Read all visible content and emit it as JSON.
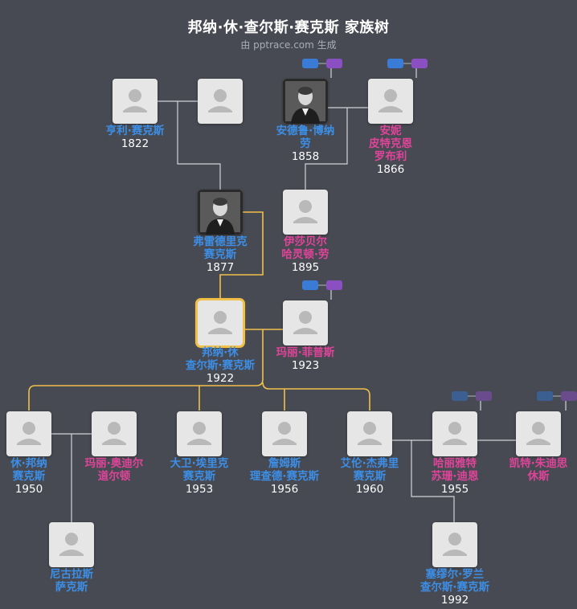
{
  "header": {
    "title": "邦纳·休·查尔斯·赛克斯 家族树",
    "subtitle": "由 pptrace.com 生成"
  },
  "people": [
    {
      "id": "henry",
      "name": [
        "亨利·赛克斯"
      ],
      "year": "1822",
      "gender": "m"
    },
    {
      "id": "henry_spouse",
      "name": [],
      "year": "",
      "gender": "f"
    },
    {
      "id": "andrew",
      "name": [
        "安德鲁·博纳",
        "劳"
      ],
      "year": "1858",
      "gender": "m",
      "photo": true
    },
    {
      "id": "annie",
      "name": [
        "安妮",
        "皮特克恩",
        "罗布利"
      ],
      "year": "1866",
      "gender": "f"
    },
    {
      "id": "frederick",
      "name": [
        "弗雷德里克",
        "赛克斯"
      ],
      "year": "1877",
      "gender": "m",
      "photo": true
    },
    {
      "id": "isabel",
      "name": [
        "伊莎贝尔",
        "哈灵顿·劳"
      ],
      "year": "1895",
      "gender": "f"
    },
    {
      "id": "bonar",
      "name": [
        "邦纳·休",
        "查尔斯·赛克斯"
      ],
      "year": "1922",
      "gender": "m",
      "focus": true
    },
    {
      "id": "mary_phipps",
      "name": [
        "玛丽·菲普斯"
      ],
      "year": "1923",
      "gender": "f"
    },
    {
      "id": "hugh",
      "name": [
        "休·邦纳",
        "赛克斯"
      ],
      "year": "1950",
      "gender": "m"
    },
    {
      "id": "mary_odell",
      "name": [
        "玛丽·奥迪尔",
        "道尔顿"
      ],
      "year": "",
      "gender": "f"
    },
    {
      "id": "david",
      "name": [
        "大卫·埃里克",
        "赛克斯"
      ],
      "year": "1953",
      "gender": "m"
    },
    {
      "id": "james",
      "name": [
        "詹姆斯",
        "理查德·赛克斯"
      ],
      "year": "1956",
      "gender": "m"
    },
    {
      "id": "alan",
      "name": [
        "艾伦·杰弗里",
        "赛克斯"
      ],
      "year": "1960",
      "gender": "m"
    },
    {
      "id": "harriet",
      "name": [
        "哈丽雅特",
        "苏珊·迪恩"
      ],
      "year": "1955",
      "gender": "f"
    },
    {
      "id": "kate",
      "name": [
        "凯特·朱迪思",
        "休斯"
      ],
      "year": "",
      "gender": "f"
    },
    {
      "id": "nicholas",
      "name": [
        "尼古拉斯",
        "萨克斯"
      ],
      "year": "",
      "gender": "m"
    },
    {
      "id": "samuel",
      "name": [
        "塞缪尔·罗兰",
        "查尔斯·赛克斯"
      ],
      "year": "1992",
      "gender": "m"
    }
  ],
  "colors": {
    "background": "#474a52",
    "male": "#3c8ee6",
    "female": "#e0449a",
    "focus": "#f0c04a",
    "line": "#d0d3d8",
    "avatar": "#e6e6e6"
  },
  "icons": {
    "placeholder": "person-silhouette-icon",
    "photo": "portrait-photo-icon",
    "toggle": "expand-parents-icon"
  }
}
